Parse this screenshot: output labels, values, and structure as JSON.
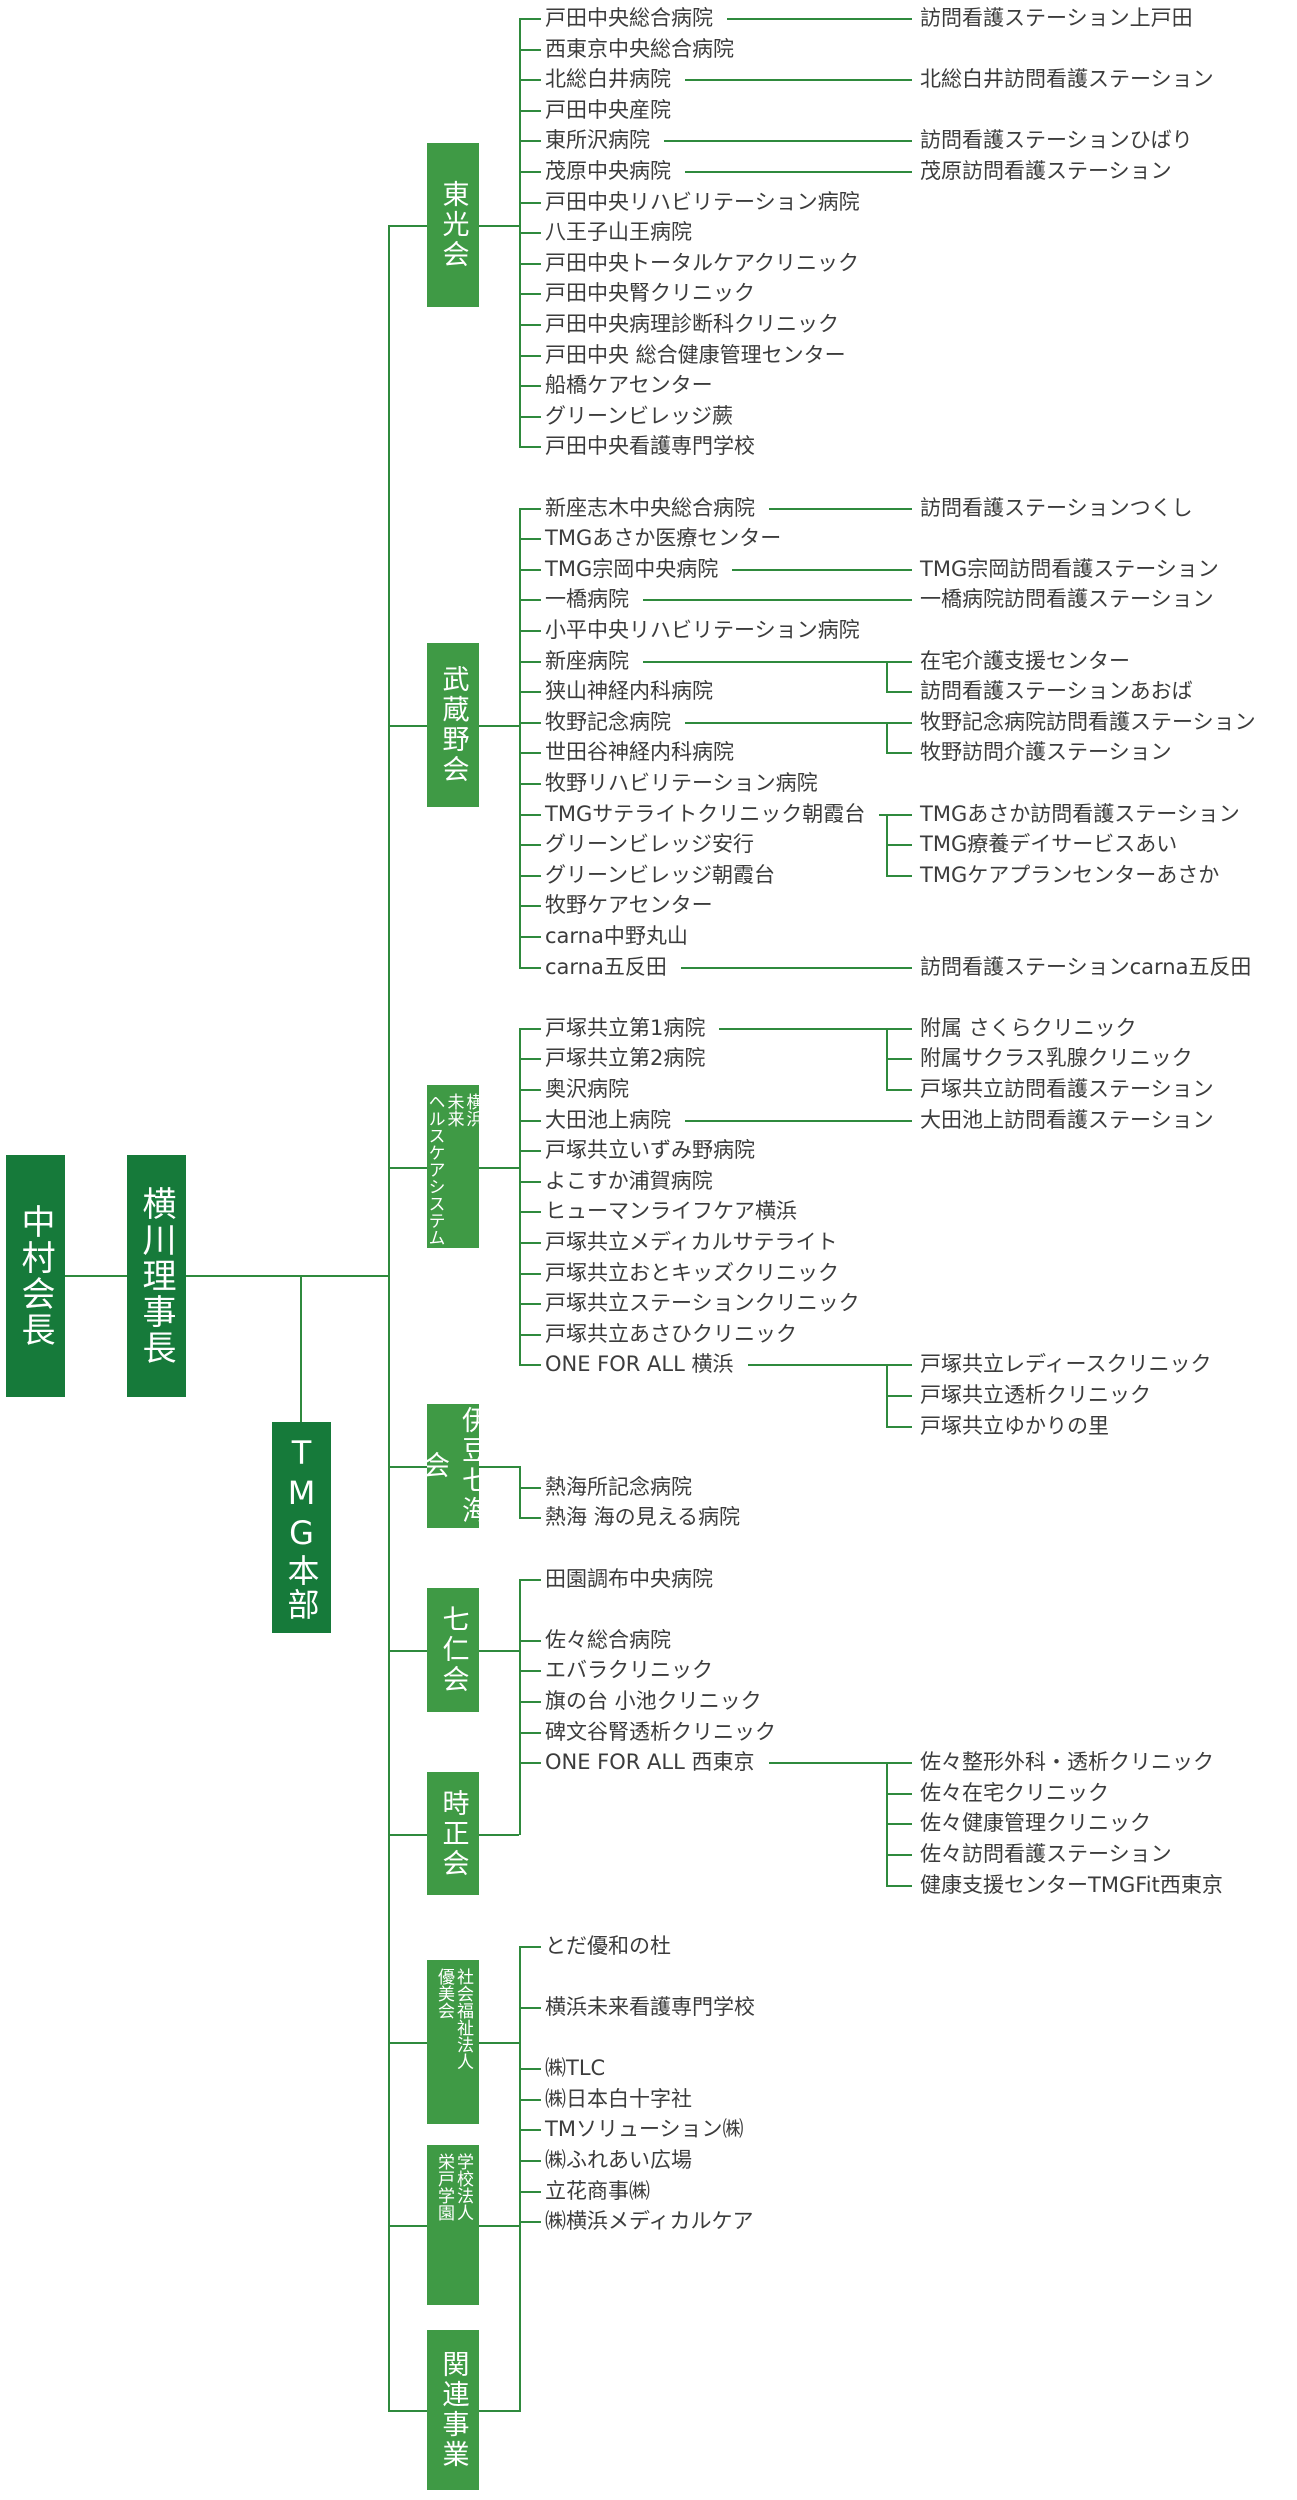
{
  "chairman": "中村会長",
  "director": "横川理事長",
  "hq": "TMG本部",
  "groups": [
    {
      "name": "東光会",
      "label_lines": [
        "東光会"
      ],
      "members": [
        {
          "name": "戸田中央総合病院",
          "sub": [
            "訪問看護ステーション上戸田"
          ]
        },
        {
          "name": "西東京中央総合病院"
        },
        {
          "name": "北総白井病院",
          "sub": [
            "北総白井訪問看護ステーション"
          ]
        },
        {
          "name": "戸田中央産院"
        },
        {
          "name": "東所沢病院",
          "sub": [
            "訪問看護ステーションひばり"
          ]
        },
        {
          "name": "茂原中央病院",
          "sub": [
            "茂原訪問看護ステーション"
          ]
        },
        {
          "name": "戸田中央リハビリテーション病院"
        },
        {
          "name": "八王子山王病院"
        },
        {
          "name": "戸田中央トータルケアクリニック"
        },
        {
          "name": "戸田中央腎クリニック"
        },
        {
          "name": "戸田中央病理診断科クリニック"
        },
        {
          "name": "戸田中央 総合健康管理センター"
        },
        {
          "name": "船橋ケアセンター"
        },
        {
          "name": "グリーンビレッジ蕨"
        },
        {
          "name": "戸田中央看護専門学校"
        }
      ]
    },
    {
      "name": "武蔵野会",
      "label_lines": [
        "武蔵野会"
      ],
      "members": [
        {
          "name": "新座志木中央総合病院",
          "sub": [
            "訪問看護ステーションつくし"
          ]
        },
        {
          "name": "TMGあさか医療センター"
        },
        {
          "name": "TMG宗岡中央病院",
          "sub": [
            "TMG宗岡訪問看護ステーション"
          ]
        },
        {
          "name": "一橋病院",
          "sub": [
            "一橋病院訪問看護ステーション"
          ]
        },
        {
          "name": "小平中央リハビリテーション病院"
        },
        {
          "name": "新座病院",
          "sub": [
            "在宅介護支援センター",
            "訪問看護ステーションあおば"
          ]
        },
        {
          "name": "狭山神経内科病院"
        },
        {
          "name": "牧野記念病院",
          "sub": [
            "牧野記念病院訪問看護ステーション",
            "牧野訪問介護ステーション"
          ]
        },
        {
          "name": "世田谷神経内科病院"
        },
        {
          "name": "牧野リハビリテーション病院"
        },
        {
          "name": "TMGサテライトクリニック朝霞台",
          "sub": [
            "TMGあさか訪問看護ステーション",
            "TMG療養デイサービスあい",
            "TMGケアプランセンターあさか"
          ]
        },
        {
          "name": "グリーンビレッジ安行"
        },
        {
          "name": "グリーンビレッジ朝霞台"
        },
        {
          "name": "牧野ケアセンター"
        },
        {
          "name": "carna中野丸山"
        },
        {
          "name": "carna五反田",
          "sub": [
            "訪問看護ステーションcarna五反田"
          ]
        }
      ]
    },
    {
      "name": "横浜未来ヘルスケアシステム",
      "label_lines": [
        "横浜",
        "未来",
        "ヘルスケアシステム"
      ],
      "members": [
        {
          "name": "戸塚共立第1病院",
          "sub": [
            "附属 さくらクリニック",
            "附属サクラス乳腺クリニック",
            "戸塚共立訪問看護ステーション"
          ]
        },
        {
          "name": "戸塚共立第2病院"
        },
        {
          "name": "奥沢病院"
        },
        {
          "name": "大田池上病院",
          "sub": [
            "大田池上訪問看護ステーション"
          ]
        },
        {
          "name": "戸塚共立いずみ野病院"
        },
        {
          "name": "よこすか浦賀病院"
        },
        {
          "name": "ヒューマンライフケア横浜"
        },
        {
          "name": "戸塚共立メディカルサテライト"
        },
        {
          "name": "戸塚共立おとキッズクリニック"
        },
        {
          "name": "戸塚共立ステーションクリニック"
        },
        {
          "name": "戸塚共立あさひクリニック"
        },
        {
          "name": "ONE FOR ALL 横浜",
          "sub": [
            "戸塚共立レディースクリニック",
            "戸塚共立透析クリニック",
            "戸塚共立ゆかりの里"
          ]
        }
      ]
    },
    {
      "name": "伊豆七海会",
      "label_lines": [
        "伊豆七海会"
      ],
      "members": [
        {
          "name": "熱海所記念病院"
        },
        {
          "name": "熱海 海の見える病院"
        }
      ]
    },
    {
      "name": "七仁会",
      "label_lines": [
        "七仁会"
      ],
      "members": [
        {
          "name": "田園調布中央病院"
        }
      ]
    },
    {
      "name": "時正会",
      "label_lines": [
        "時正会"
      ],
      "members": [
        {
          "name": "佐々総合病院"
        },
        {
          "name": "エバラクリニック"
        },
        {
          "name": "旗の台 小池クリニック"
        },
        {
          "name": "碑文谷腎透析クリニック"
        },
        {
          "name": "ONE FOR ALL 西東京",
          "sub": [
            "佐々整形外科・透析クリニック",
            "佐々在宅クリニック",
            "佐々健康管理クリニック",
            "佐々訪問看護ステーション",
            "健康支援センターTMGFit西東京"
          ]
        }
      ]
    },
    {
      "name": "社会福祉法人 優美会",
      "label_lines": [
        "社会福祉法人",
        "優美会"
      ],
      "members": [
        {
          "name": "とだ優和の杜"
        }
      ]
    },
    {
      "name": "学校法人 栄戸学園",
      "label_lines": [
        "学校法人",
        "栄戸学園"
      ],
      "members": [
        {
          "name": "横浜未来看護専門学校"
        }
      ]
    },
    {
      "name": "関連事業",
      "label_lines": [
        "関連事業"
      ],
      "members": [
        {
          "name": "㈱TLC"
        },
        {
          "name": "㈱日本白十字社"
        },
        {
          "name": "TMソリューション㈱"
        },
        {
          "name": "㈱ふれあい広場"
        },
        {
          "name": "立花商事㈱"
        },
        {
          "name": "㈱横浜メディカルケア"
        }
      ]
    }
  ]
}
